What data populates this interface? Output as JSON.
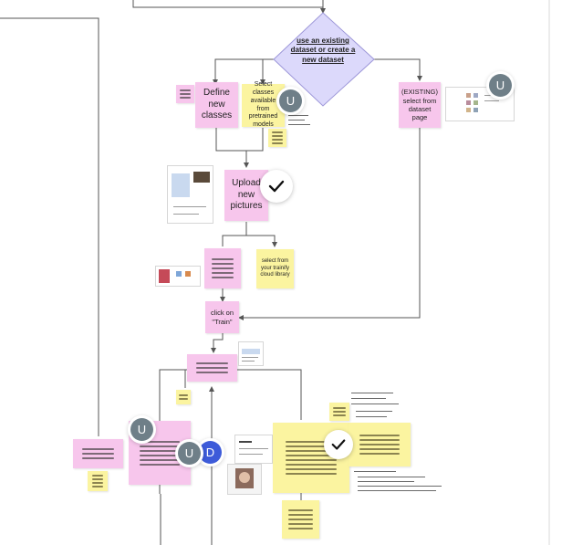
{
  "diagram": {
    "decision": {
      "label": "use an existing dataset or create a new dataset",
      "fill": "#dcd9fb",
      "stroke": "#9c96d8"
    },
    "notes": {
      "define": "Define new classes",
      "select_classes": "Select classes available from pretrained models",
      "upload": "Upload new pictures",
      "from_library": "select from your trainify cloud library",
      "existing": "(EXISTING) select from dataset page",
      "train": "click on \"Train\""
    },
    "avatars": [
      "U",
      "U",
      "U",
      "U",
      "D"
    ],
    "colors": {
      "pink": "#f7c6ec",
      "yellow": "#fbf4a0",
      "connector": "#555555",
      "avatar": "#6f7f88",
      "avatar_blue": "#3d5bd9"
    },
    "icons": [
      "checkmark-icon",
      "checkmark-icon"
    ]
  }
}
